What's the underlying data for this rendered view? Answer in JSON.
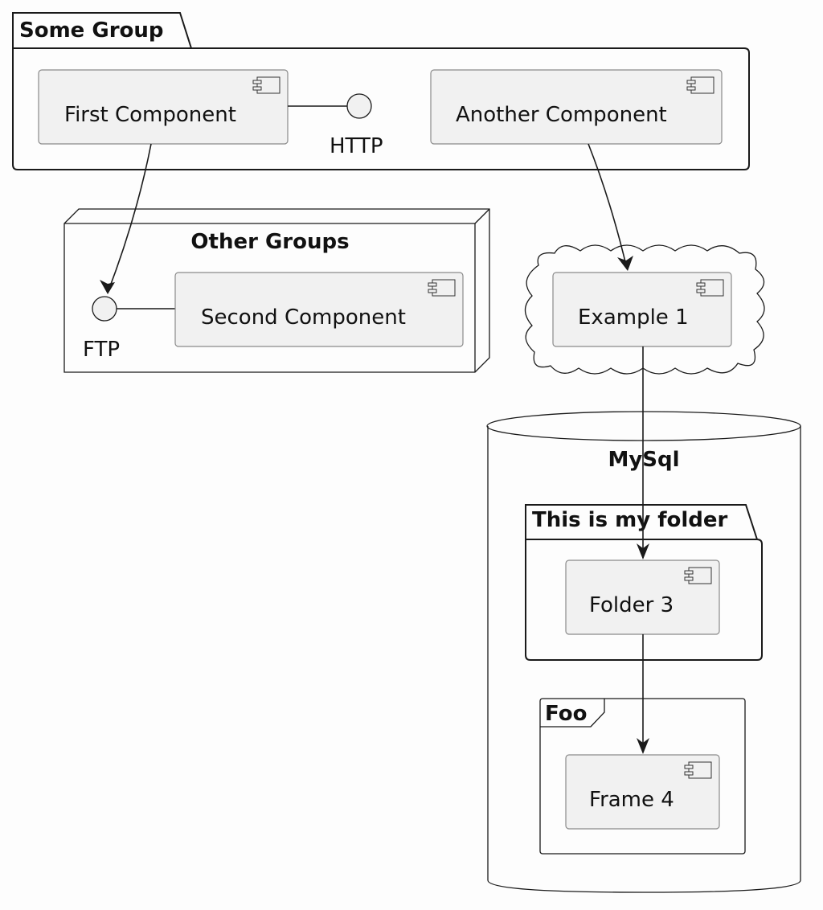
{
  "groups": {
    "some_group": "Some Group",
    "other_groups": "Other Groups",
    "mysql": "MySql",
    "my_folder": "This is my folder",
    "foo": "Foo"
  },
  "components": {
    "first": "First Component",
    "another": "Another Component",
    "second": "Second Component",
    "example1": "Example 1",
    "folder3": "Folder 3",
    "frame4": "Frame 4"
  },
  "interfaces": {
    "http": "HTTP",
    "ftp": "FTP"
  },
  "relations": [
    {
      "from": "First Component",
      "to": "FTP"
    },
    {
      "from": "Another Component",
      "to": "Example 1"
    },
    {
      "from": "Example 1",
      "to": "Folder 3"
    },
    {
      "from": "Folder 3",
      "to": "Frame 4"
    },
    {
      "from": "First Component",
      "to": "HTTP"
    },
    {
      "from": "Second Component",
      "to": "FTP"
    }
  ]
}
